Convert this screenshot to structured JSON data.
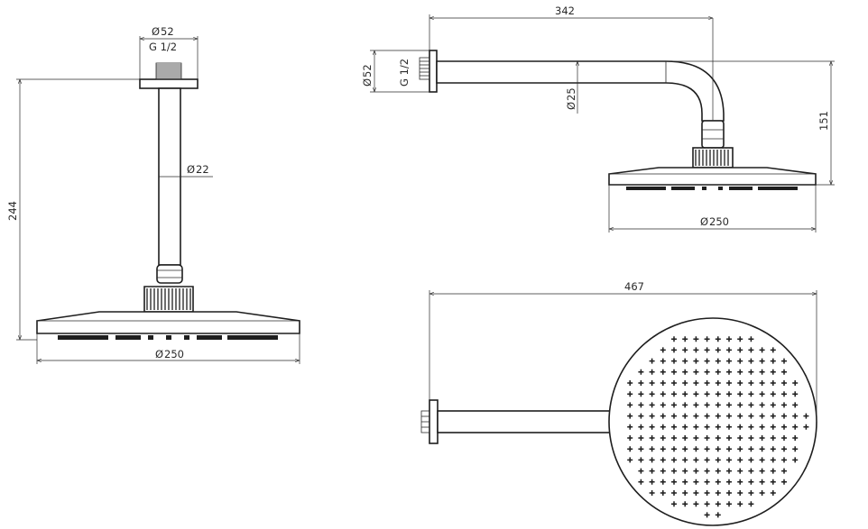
{
  "dimensions": {
    "ceiling": {
      "flange_diameter": "52",
      "thread": "G 1/2",
      "arm_diameter": "22",
      "overall_height": "244",
      "head_diameter": "250"
    },
    "wall_side": {
      "arm_length": "342",
      "flange_diameter": "52",
      "thread": "G 1/2",
      "arm_diameter": "25",
      "drop_height": "151",
      "head_diameter": "250"
    },
    "wall_top": {
      "overall_length": "467"
    }
  },
  "symbols": {
    "diameter": "Ø"
  },
  "colors": {
    "line": "#1e1e1e",
    "background": "#ffffff"
  }
}
